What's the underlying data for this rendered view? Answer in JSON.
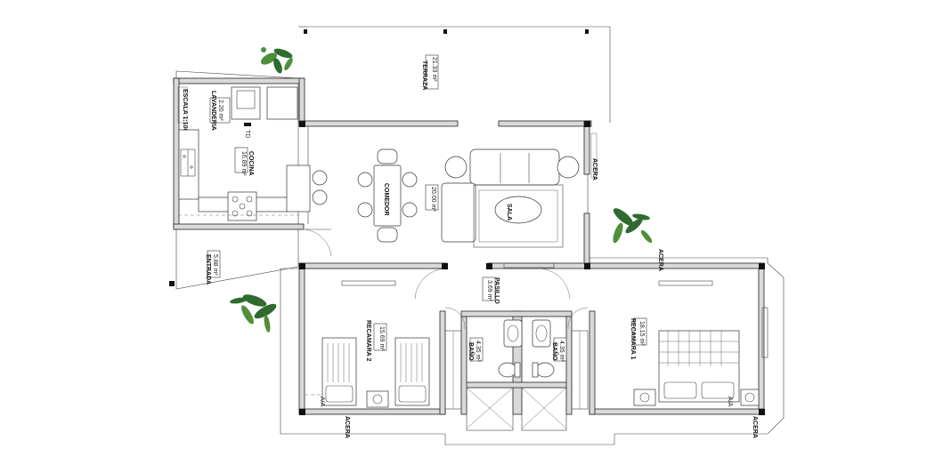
{
  "labels": {
    "terraza": "TERRAZA",
    "terraza_area": "21.33 m²",
    "lavanderia": "LAVANDERIA",
    "lavanderia_area": "2.20 m²",
    "escala": "ESCALA 1:100",
    "td": "TD",
    "cocina": "COCINA",
    "cocina_area": "16.89 m²",
    "comedor": "COMEDOR",
    "sala": "SALA",
    "sala_area": "20.00 m²",
    "acera_right_top": "ACERA",
    "acera_right_mid": "ACERA",
    "acera_bottom_left": "ACERA",
    "acera_bottom_right": "ACERA",
    "entrada": "ENTRADA",
    "entrada_area": "5.88 m²",
    "pasillo": "PASILLO",
    "pasillo_area": "3.69 m²",
    "recamara2": "RECAMARA 2",
    "recamara2_area": "15.69 m²",
    "bano_left": "BAÑO",
    "bano_left_area": "4.35 m²",
    "bano_right": "BAÑO",
    "bano_right_area": "4.35 m²",
    "recamara1": "RECAMARA 1",
    "recamara1_area": "18.15 m²",
    "a_a_left": "A/A",
    "a_a_right": "A/A"
  }
}
